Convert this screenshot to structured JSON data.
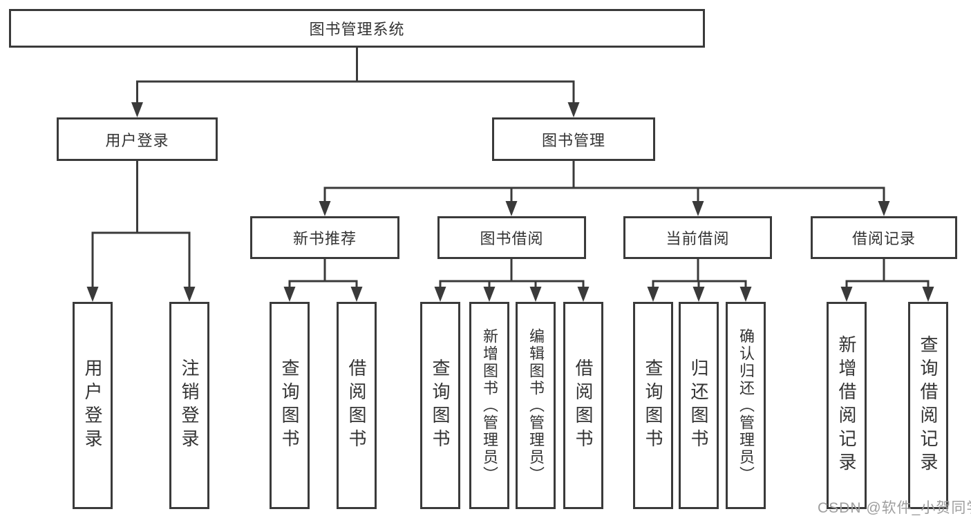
{
  "tree": {
    "root": {
      "label": "图书管理系统"
    },
    "branches": [
      {
        "label": "用户登录",
        "children": [
          {
            "label": "用户登录"
          },
          {
            "label": "注销登录"
          }
        ]
      },
      {
        "label": "图书管理",
        "children": [
          {
            "label": "新书推荐",
            "children": [
              {
                "label": "查询图书"
              },
              {
                "label": "借阅图书"
              }
            ]
          },
          {
            "label": "图书借阅",
            "children": [
              {
                "label": "查询图书"
              },
              {
                "label": "新增图书（管理员）"
              },
              {
                "label": "编辑图书（管理员）"
              },
              {
                "label": "借阅图书"
              }
            ]
          },
          {
            "label": "当前借阅",
            "children": [
              {
                "label": "查询图书"
              },
              {
                "label": "归还图书"
              },
              {
                "label": "确认归还（管理员）"
              }
            ]
          },
          {
            "label": "借阅记录",
            "children": [
              {
                "label": "新增借阅记录"
              },
              {
                "label": "查询借阅记录"
              }
            ]
          }
        ]
      }
    ]
  },
  "watermark": {
    "text": "CSDN @软件_小贺同学"
  },
  "colors": {
    "line": "#3a3a3a",
    "text": "#333333",
    "watermark_text": "#9e9e9e",
    "background": "#ffffff"
  }
}
